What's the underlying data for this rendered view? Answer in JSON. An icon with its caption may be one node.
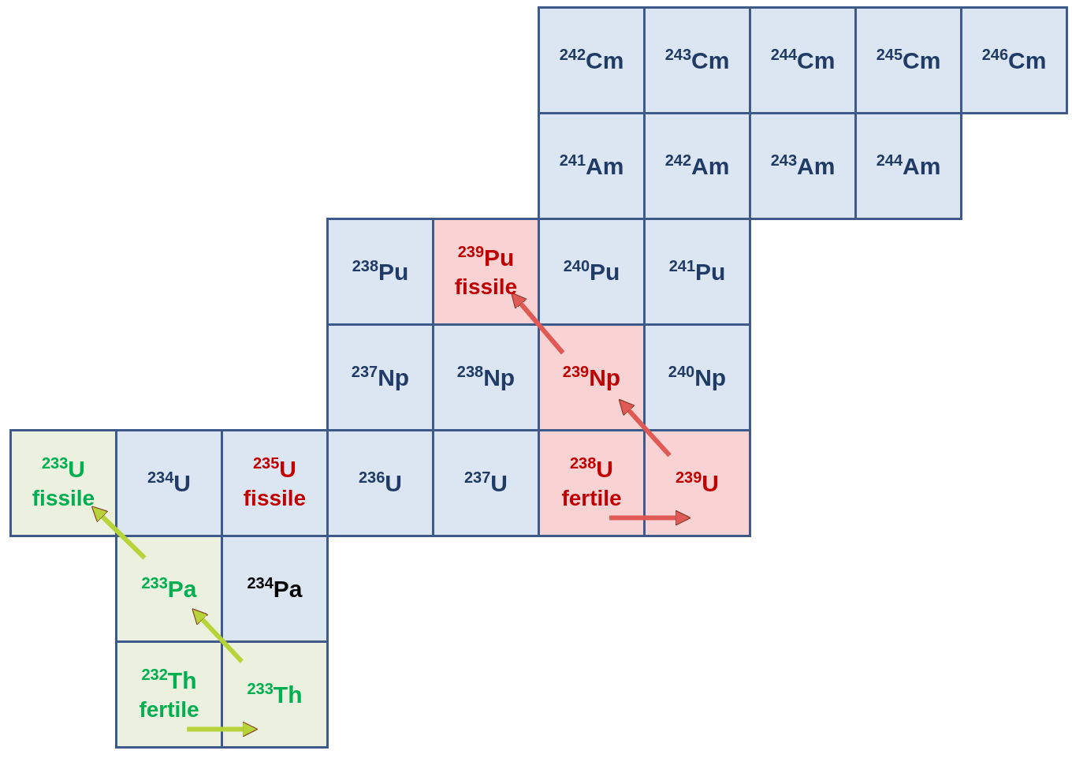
{
  "diagram": {
    "nodes": [
      {
        "text": [
          "$^{242}$Cm"
        ]
      },
      {
        "text": [
          "$^{243}$Cm"
        ]
      },
      {
        "text": [
          "$^{244}$Cm"
        ]
      },
      {
        "text": [
          "$^{245}$Cm"
        ]
      },
      {
        "text": [
          "$^{246}$Cm"
        ]
      },
      {
        "text": [
          "$^{241}$Am"
        ]
      },
      {
        "text": [
          "$^{242}$Am"
        ]
      },
      {
        "text": [
          "$^{243}$Am"
        ]
      },
      {
        "text": [
          "$^{244}$Am"
        ]
      },
      {
        "text": [
          "$^{238}$Pu"
        ]
      },
      {
        "text": [
          "$^{239}$Pu",
          "fissile"
        ]
      },
      {
        "text": [
          "$^{240}$Pu"
        ]
      },
      {
        "text": [
          "$^{241}$Pu"
        ]
      },
      {
        "text": [
          "$^{237}$Np"
        ]
      },
      {
        "text": [
          "$^{238}$Np"
        ]
      },
      {
        "text": [
          "$^{239}$Np"
        ]
      },
      {
        "text": [
          "$^{240}$Np"
        ]
      },
      {
        "text": [
          "$^{233}$U",
          "fissile"
        ]
      },
      {
        "text": [
          "$^{234}$U"
        ]
      },
      {
        "text": [
          "$^{235}$U",
          "fissile"
        ]
      },
      {
        "text": [
          "$^{236}$U"
        ]
      },
      {
        "text": [
          "$^{237}$U"
        ]
      },
      {
        "text": [
          "$^{238}$U",
          "fertile"
        ]
      },
      {
        "text": [
          "$^{239}$U"
        ]
      },
      {
        "text": [
          "$^{233}$Pa"
        ]
      },
      {
        "text": [
          "$^{234}$Pa"
        ]
      },
      {
        "text": [
          "$^{232}$Th",
          "fertile"
        ]
      },
      {
        "text": [
          "$^{233}$Th"
        ]
      }
    ],
    "edges": [
      {
        "from": 22,
        "to": 23,
        "arrow": "to"
      },
      {
        "from": 23,
        "to": 15,
        "arrow": "to"
      },
      {
        "from": 15,
        "to": 10,
        "arrow": "to"
      },
      {
        "from": 26,
        "to": 27,
        "arrow": "to",
        "color": "#b6d43a"
      },
      {
        "from": 27,
        "to": 24,
        "arrow": "to",
        "color": "#b6d43a"
      },
      {
        "from": 24,
        "to": 17,
        "arrow": "to",
        "color": "#b6d43a"
      }
    ]
  }
}
